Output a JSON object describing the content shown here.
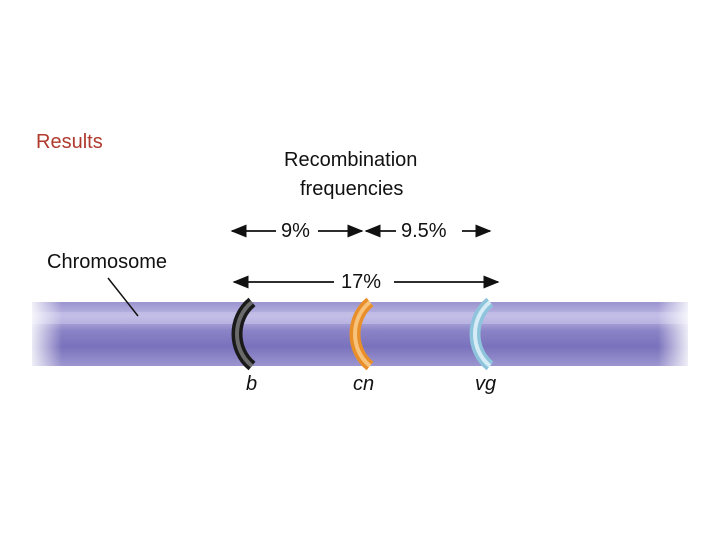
{
  "results_label": "Results",
  "title": {
    "line1": "Recombination",
    "line2": "frequencies"
  },
  "chromosome_label": "Chromosome",
  "frequencies": {
    "b_cn": "9%",
    "cn_vg": "9.5%",
    "b_vg": "17%"
  },
  "genes": [
    {
      "label": "b",
      "color": "#2b2b2b"
    },
    {
      "label": "cn",
      "color": "#f0a040"
    },
    {
      "label": "vg",
      "color": "#9ecfe6"
    }
  ],
  "colors": {
    "results": "#b03a2e",
    "chromosome_body": "#7f78c0",
    "chromosome_highlight": "#b7b2e0"
  }
}
